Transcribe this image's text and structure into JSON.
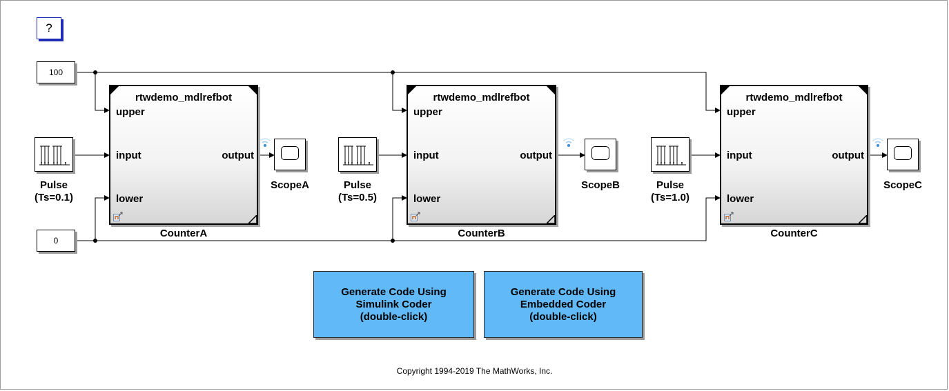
{
  "help_label": "?",
  "constants": {
    "upper": "100",
    "lower": "0"
  },
  "model_ref": {
    "name": "rtwdemo_mdlrefbot",
    "port_upper": "upper",
    "port_input": "input",
    "port_lower": "lower",
    "port_output": "output"
  },
  "counters": [
    {
      "label": "CounterA",
      "pulse_label": "Pulse\n(Ts=0.1)",
      "scope_label": "ScopeA"
    },
    {
      "label": "CounterB",
      "pulse_label": "Pulse\n(Ts=0.5)",
      "scope_label": "ScopeB"
    },
    {
      "label": "CounterC",
      "pulse_label": "Pulse\n(Ts=1.0)",
      "scope_label": "ScopeC"
    }
  ],
  "buttons": {
    "simulink": "Generate Code Using\nSimulink Coder\n(double-click)",
    "embedded": "Generate Code Using\nEmbedded Coder\n(double-click)"
  },
  "copyright": "Copyright 1994-2019 The MathWorks, Inc.",
  "colors": {
    "button_bg": "#62b9f7",
    "help_border": "#1f2bb5",
    "signal_icon": "#3a8fd8"
  }
}
